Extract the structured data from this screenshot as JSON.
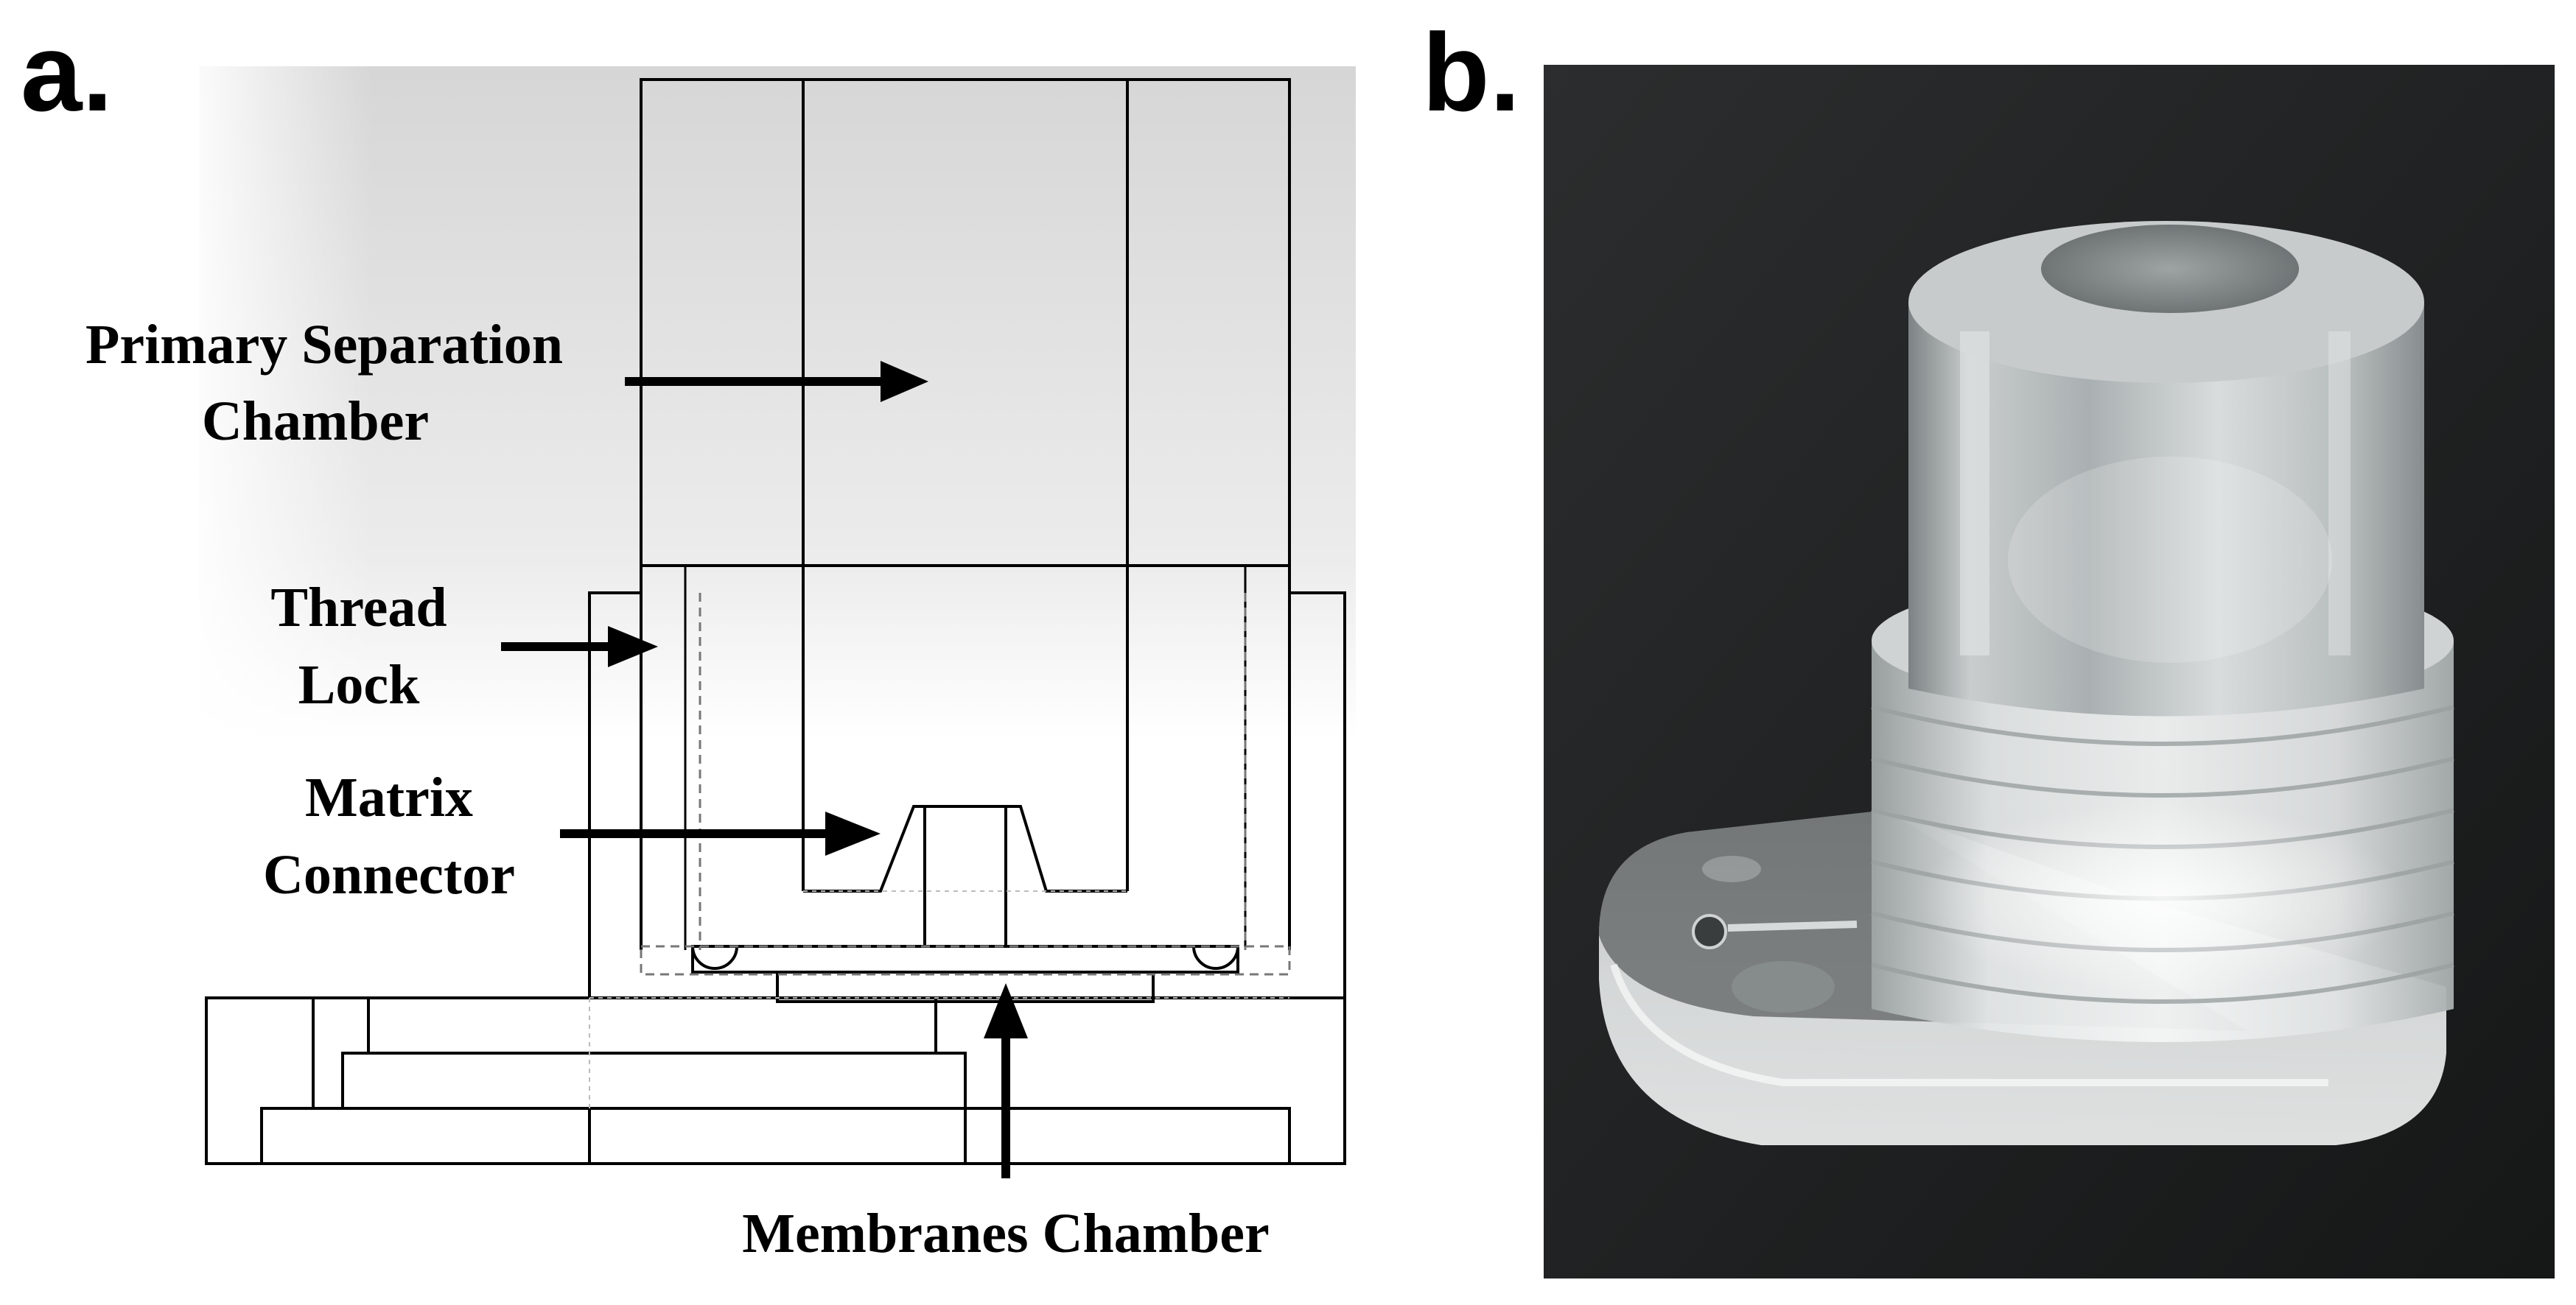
{
  "panel_a": {
    "panel_label": "a.",
    "labels": {
      "primary_line1": "Primary Separation",
      "primary_line2": "Chamber",
      "thread_line1": "Thread",
      "thread_line2": "Lock",
      "matrix_line1": "Matrix",
      "matrix_line2": "Connector",
      "membranes": "Membranes Chamber"
    }
  },
  "panel_b": {
    "panel_label": "b."
  }
}
